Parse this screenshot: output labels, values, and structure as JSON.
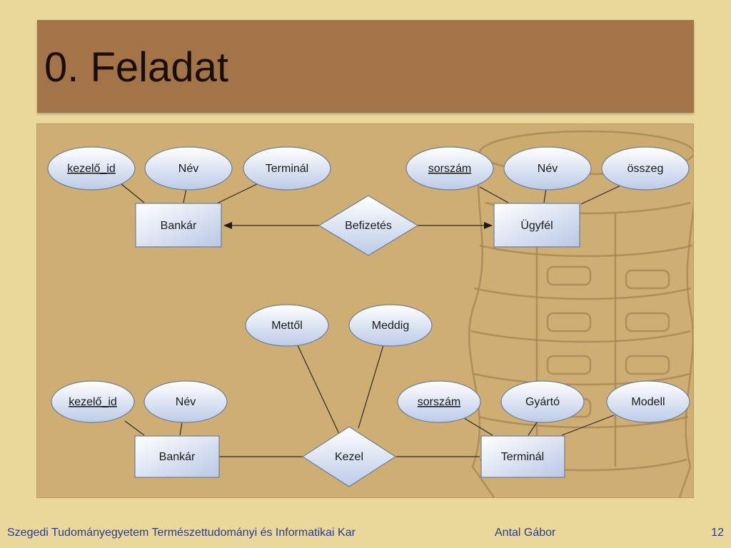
{
  "slide": {
    "title": "0. Feladat"
  },
  "diagram": {
    "top": {
      "entities": {
        "bankar": "Bankár",
        "ugyfel": "Ügyfél"
      },
      "relationship": "Befizetés",
      "attributes": {
        "kezelo_id": "kezelő_id",
        "bankar_nev": "Név",
        "terminal": "Terminál",
        "sorszam": "sorszám",
        "ugyfel_nev": "Név",
        "osszeg": "összeg"
      }
    },
    "bottom": {
      "entities": {
        "bankar": "Bankár",
        "terminal": "Terminál"
      },
      "relationship": "Kezel",
      "attributes": {
        "mettol": "Mettől",
        "meddig": "Meddig",
        "kezelo_id": "kezelő_id",
        "bankar_nev": "Név",
        "sorszam": "sorszám",
        "gyarto": "Gyártó",
        "modell": "Modell"
      }
    }
  },
  "footer": {
    "institution": "Szegedi Tudományegyetem Természettudományi és Informatikai Kar",
    "author": "Antal Gábor",
    "page": "12"
  }
}
